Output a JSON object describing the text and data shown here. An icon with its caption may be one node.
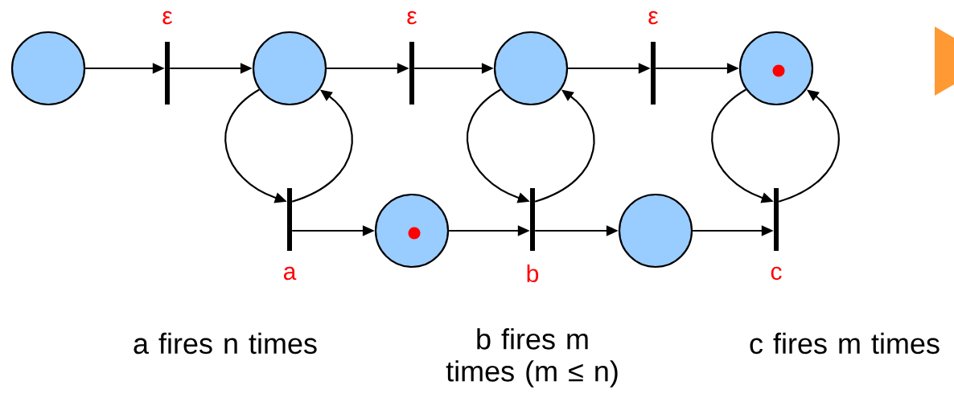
{
  "diagram": {
    "nodes": [
      {
        "text": [],
        "shape": "circle"
      },
      {
        "text": [],
        "shape": "bar",
        "beside": [
          "ε"
        ]
      },
      {
        "text": [],
        "shape": "circle"
      },
      {
        "text": [],
        "shape": "bar",
        "beside": [
          "ε"
        ]
      },
      {
        "text": [],
        "shape": "circle"
      },
      {
        "text": [],
        "shape": "bar",
        "beside": [
          "ε"
        ]
      },
      {
        "text": [],
        "shape": "circle"
      },
      {
        "text": [],
        "shape": "dot",
        "in": 6
      },
      {
        "text": [],
        "shape": "bar",
        "beside": [
          "a"
        ]
      },
      {
        "text": [],
        "shape": "circle"
      },
      {
        "text": [],
        "shape": "dot",
        "in": 9
      },
      {
        "text": [],
        "shape": "bar",
        "beside": [
          "b"
        ]
      },
      {
        "text": [],
        "shape": "circle"
      },
      {
        "text": [],
        "shape": "bar",
        "beside": [
          "c"
        ]
      },
      {
        "text": [],
        "shape": "triangle"
      }
    ],
    "edges": [
      {
        "from": 0,
        "to": 1,
        "arrow": "to"
      },
      {
        "from": 1,
        "to": 2,
        "arrow": "to"
      },
      {
        "from": 2,
        "to": 3,
        "arrow": "to"
      },
      {
        "from": 3,
        "to": 4,
        "arrow": "to"
      },
      {
        "from": 4,
        "to": 5,
        "arrow": "to"
      },
      {
        "from": 5,
        "to": 6,
        "arrow": "to"
      },
      {
        "from": 2,
        "to": 8,
        "arrow": "to"
      },
      {
        "from": 8,
        "to": 2,
        "arrow": "to"
      },
      {
        "from": 8,
        "to": 9,
        "arrow": "to"
      },
      {
        "from": 9,
        "to": 11,
        "arrow": "to"
      },
      {
        "from": 4,
        "to": 11,
        "arrow": "to"
      },
      {
        "from": 11,
        "to": 4,
        "arrow": "to"
      },
      {
        "from": 11,
        "to": 12,
        "arrow": "to"
      },
      {
        "from": 12,
        "to": 13,
        "arrow": "to"
      },
      {
        "from": 6,
        "to": 13,
        "arrow": "to"
      },
      {
        "from": 13,
        "to": 6,
        "arrow": "to"
      }
    ],
    "labels": [
      "a fires n times",
      "b fires m times (m ≤ n)",
      "c fires m times"
    ]
  }
}
